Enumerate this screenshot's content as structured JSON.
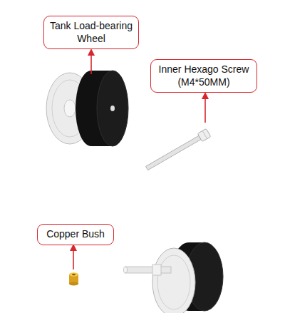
{
  "diagram": {
    "nodes": [
      {
        "text": [
          "Tank Load-bearing Wheel"
        ]
      },
      {
        "text": [
          "Inner Hexago Screw (M4*50MM)"
        ]
      },
      {
        "text": [
          "Copper Bush"
        ]
      }
    ]
  }
}
